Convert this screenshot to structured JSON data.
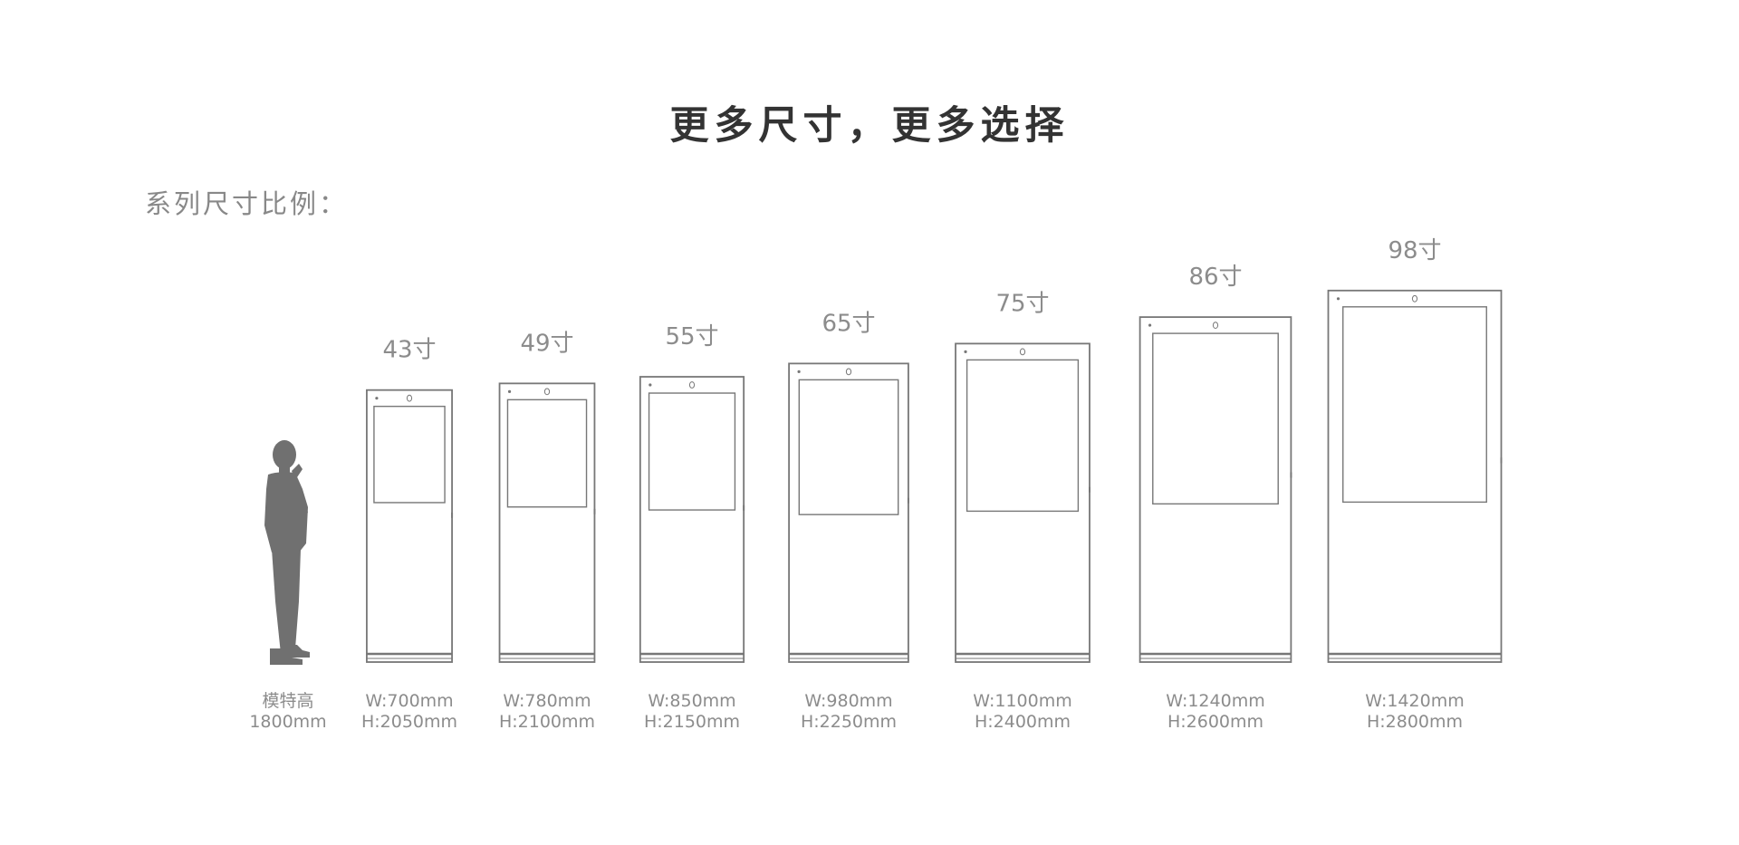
{
  "title": "更多尺寸，更多选择",
  "subtitle": "系列尺寸比例：",
  "colors": {
    "outline": "#777777",
    "silhouette": "#707070",
    "text": "#8c8c8c",
    "title": "#333333"
  },
  "model": {
    "label": "模特高",
    "height_text": "1800mm",
    "height_mm": 1800
  },
  "kiosks": [
    {
      "size_label": "43寸",
      "width_text": "W:700mm",
      "height_text": "H:2050mm",
      "width_mm": 700,
      "height_mm": 2050
    },
    {
      "size_label": "49寸",
      "width_text": "W:780mm",
      "height_text": "H:2100mm",
      "width_mm": 780,
      "height_mm": 2100
    },
    {
      "size_label": "55寸",
      "width_text": "W:850mm",
      "height_text": "H:2150mm",
      "width_mm": 850,
      "height_mm": 2150
    },
    {
      "size_label": "65寸",
      "width_text": "W:980mm",
      "height_text": "H:2250mm",
      "width_mm": 980,
      "height_mm": 2250
    },
    {
      "size_label": "75寸",
      "width_text": "W:1100mm",
      "height_text": "H:2400mm",
      "width_mm": 1100,
      "height_mm": 2400
    },
    {
      "size_label": "86寸",
      "width_text": "W:1240mm",
      "height_text": "H:2600mm",
      "width_mm": 1240,
      "height_mm": 2600
    },
    {
      "size_label": "98寸",
      "width_text": "W:1420mm",
      "height_text": "H:2800mm",
      "width_mm": 1420,
      "height_mm": 2800
    }
  ]
}
